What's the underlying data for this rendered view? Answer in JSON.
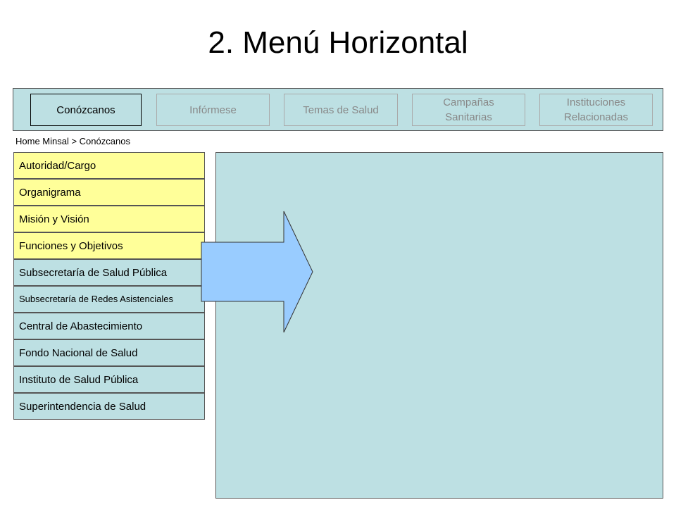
{
  "title": "2. Menú Horizontal",
  "nav": {
    "tabs": [
      {
        "label": "Conózcanos",
        "active": true
      },
      {
        "label": "Infórmese",
        "active": false
      },
      {
        "label": "Temas de Salud",
        "active": false
      },
      {
        "label": "Campañas\nSanitarias",
        "active": false
      },
      {
        "label": "Instituciones\nRelacionadas",
        "active": false
      }
    ]
  },
  "breadcrumb": "Home Minsal > Conózcanos",
  "sidebar": {
    "items": [
      {
        "label": "Autoridad/Cargo",
        "highlight": "yellow"
      },
      {
        "label": "Organigrama",
        "highlight": "yellow"
      },
      {
        "label": "Misión y Visión",
        "highlight": "yellow"
      },
      {
        "label": "Funciones y Objetivos",
        "highlight": "yellow"
      },
      {
        "label": "Subsecretaría  de Salud Pública",
        "highlight": "blue"
      },
      {
        "label": "Subsecretaría de Redes Asistenciales",
        "highlight": "blue"
      },
      {
        "label": "Central de Abastecimiento",
        "highlight": "blue"
      },
      {
        "label": "Fondo Nacional de Salud",
        "highlight": "blue"
      },
      {
        "label": "Instituto de Salud Pública",
        "highlight": "blue"
      },
      {
        "label": "Superintendencia de Salud",
        "highlight": "blue"
      }
    ]
  },
  "colors": {
    "panel": "#bde0e3",
    "highlight": "#ffff99",
    "arrow": "#99ccff"
  }
}
